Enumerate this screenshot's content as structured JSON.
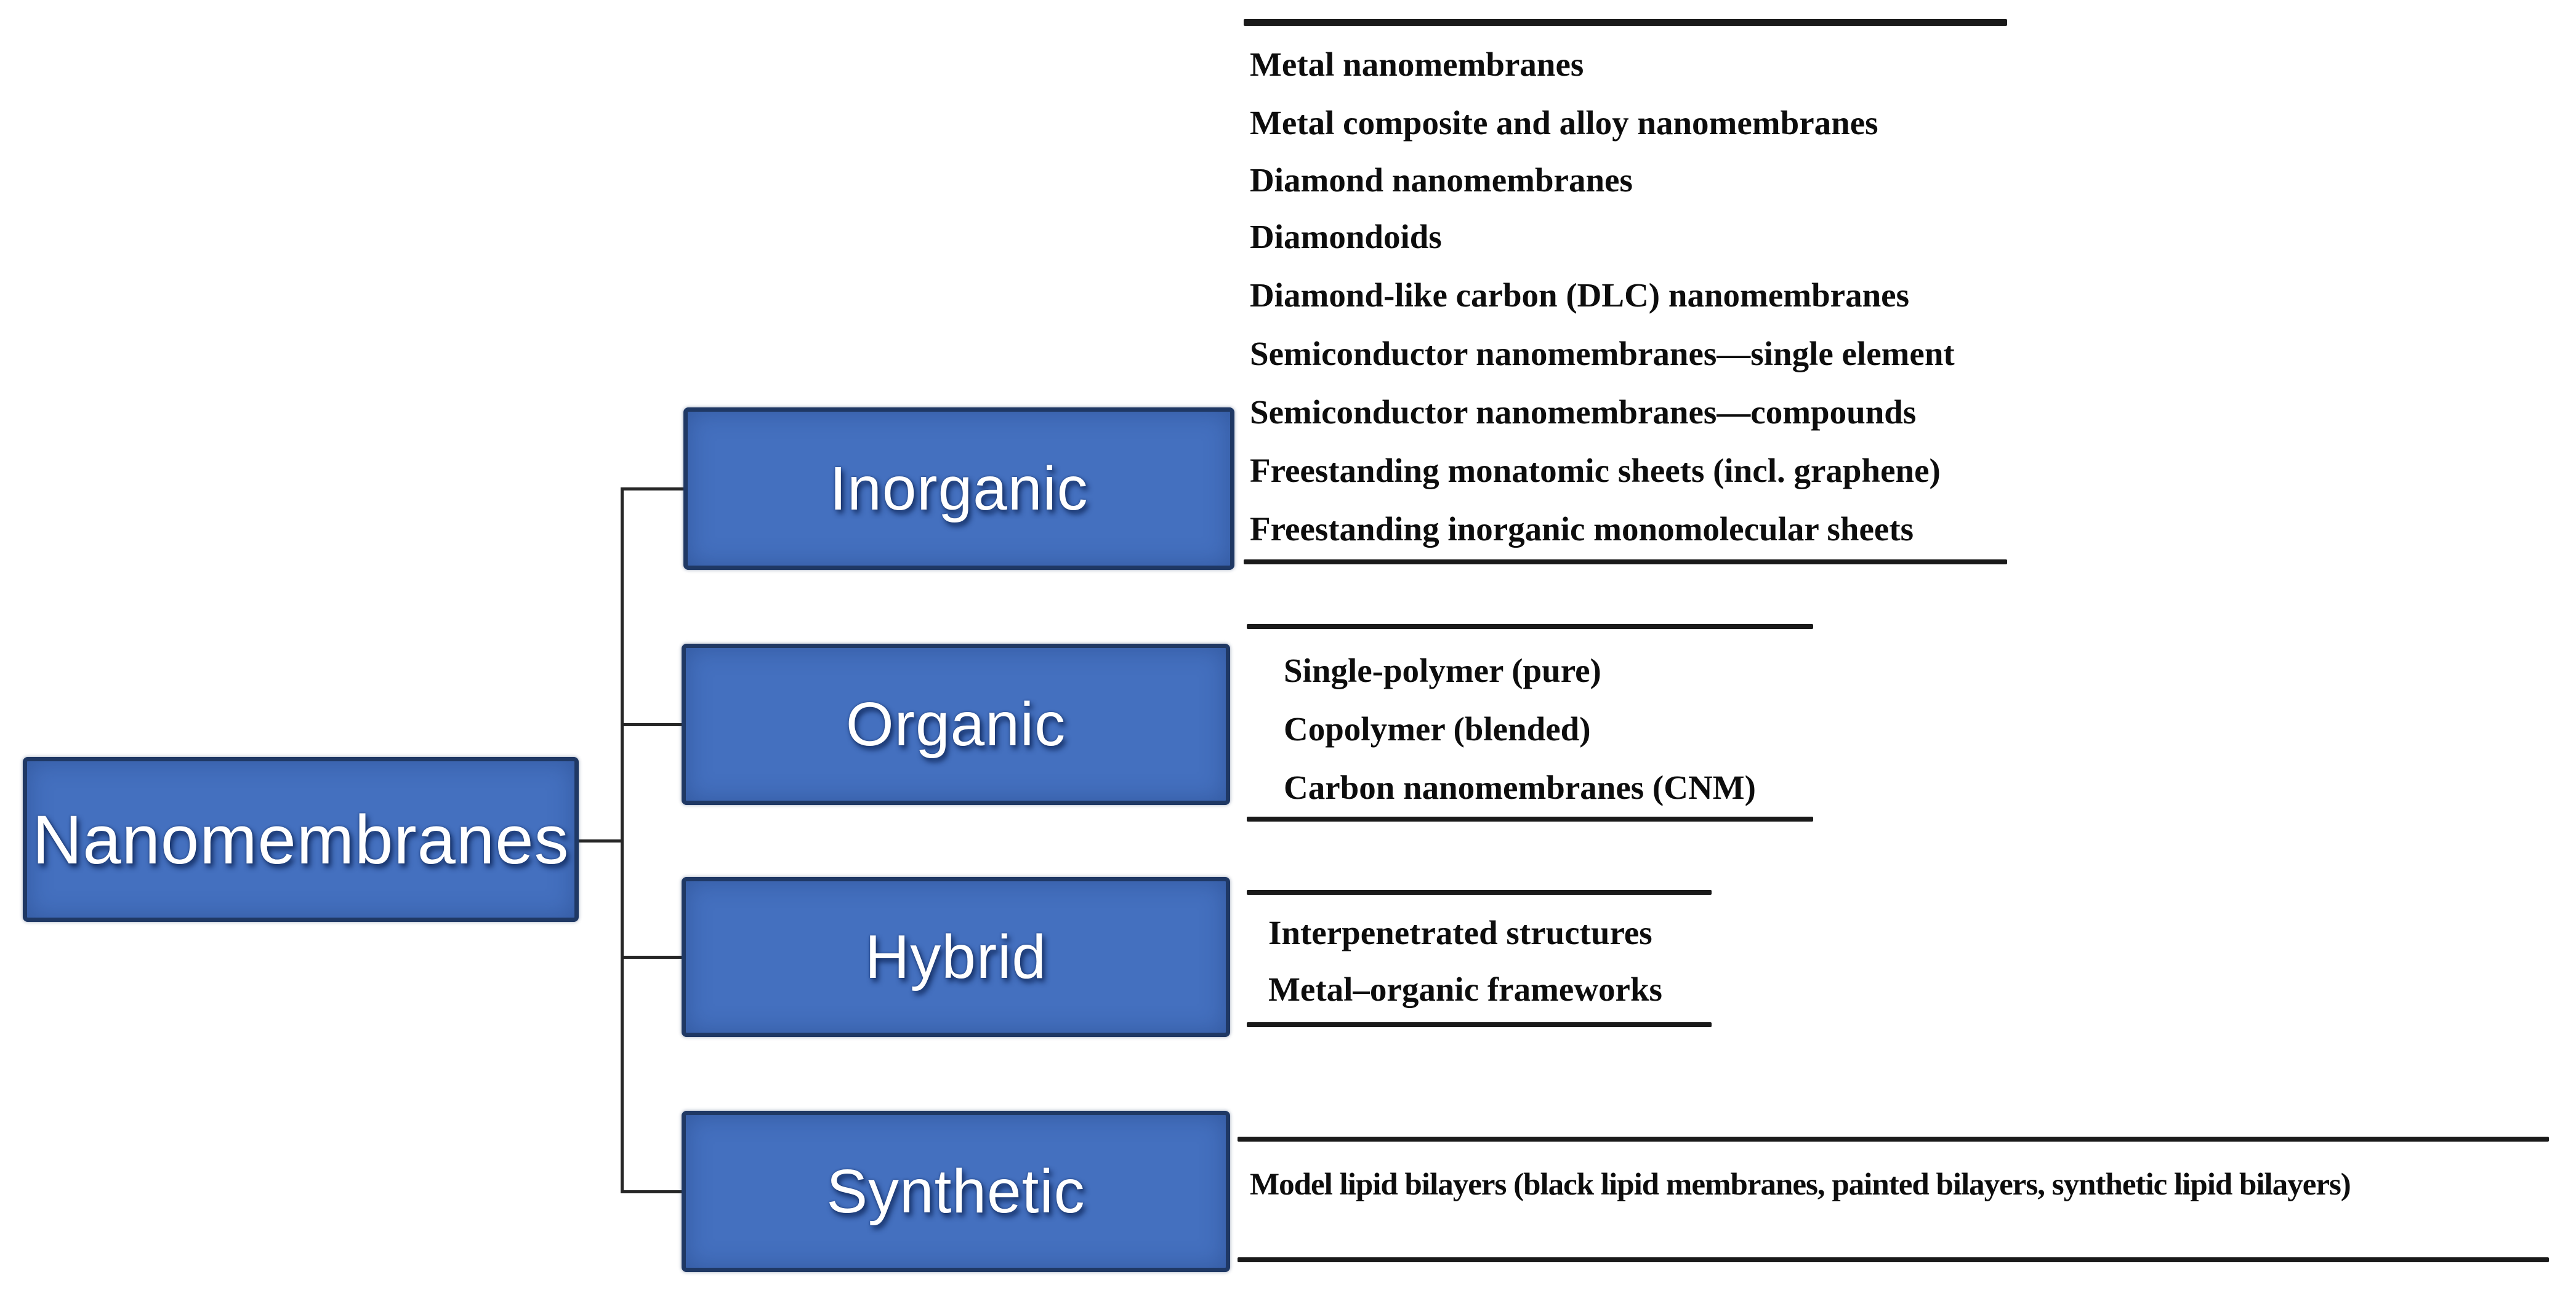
{
  "root": {
    "label": "Nanomembranes"
  },
  "branches": [
    {
      "label": "Inorganic",
      "items": [
        "Metal nanomembranes",
        "Metal composite and alloy nanomembranes",
        "Diamond nanomembranes",
        "Diamondoids",
        "Diamond-like carbon (DLC) nanomembranes",
        "Semiconductor nanomembranes—single element",
        "Semiconductor nanomembranes—compounds",
        "Freestanding monatomic sheets (incl. graphene)",
        "Freestanding inorganic monomolecular sheets"
      ]
    },
    {
      "label": "Organic",
      "items": [
        "Single-polymer (pure)",
        "Copolymer (blended)",
        "Carbon nanomembranes (CNM)"
      ]
    },
    {
      "label": "Hybrid",
      "items": [
        "Interpenetrated structures",
        "Metal–organic frameworks"
      ]
    },
    {
      "label": "Synthetic",
      "items": [
        "Model lipid bilayers (black lipid membranes, painted bilayers, synthetic lipid bilayers)"
      ]
    }
  ],
  "colors": {
    "box_fill": "#4470bf",
    "box_border": "#1f3864",
    "box_label": "#ffffff",
    "rule": "#1a1a1a",
    "item_text": "#0d0d0d",
    "connector": "#262626",
    "background": "#ffffff"
  }
}
